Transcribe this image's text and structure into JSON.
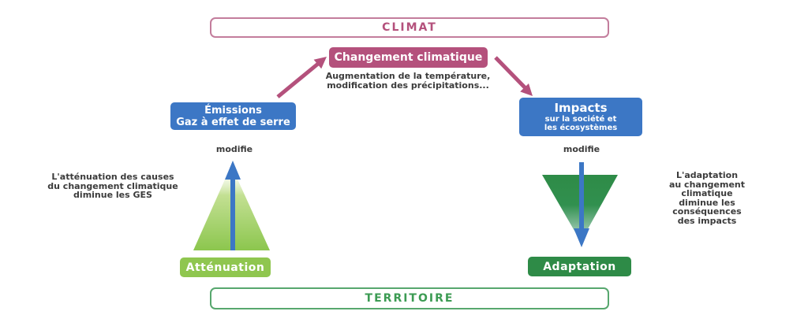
{
  "colors": {
    "pink": "#b4517c",
    "pink_border": "#c37d9c",
    "blue": "#3c77c5",
    "light_green": "#8fc64f",
    "dark_green": "#2e8b47",
    "territoire_green": "#3c9b53",
    "text_dark": "#3b3b3b"
  },
  "climat": {
    "label": "CLIMAT"
  },
  "changement": {
    "label": "Changement climatique",
    "subtitle_line1": "Augmentation de la température,",
    "subtitle_line2": "modification des précipitations..."
  },
  "emissions": {
    "line1": "Émissions",
    "line2": "Gaz à effet de serre",
    "modifie": "modifie"
  },
  "impacts": {
    "title": "Impacts",
    "subtitle_line1": "sur la société et",
    "subtitle_line2": "les écosystèmes",
    "modifie": "modifie"
  },
  "attenuation": {
    "note_line1": "L'atténuation des causes",
    "note_line2": "du changement climatique",
    "note_line3": "diminue les GES",
    "label": "Atténuation"
  },
  "adaptation": {
    "note_line1": "L'adaptation",
    "note_line2": "au changement climatique",
    "note_line3": "diminue les conséquences",
    "note_line4": "des impacts",
    "label": "Adaptation"
  },
  "territoire": {
    "label": "TERRITOIRE"
  }
}
